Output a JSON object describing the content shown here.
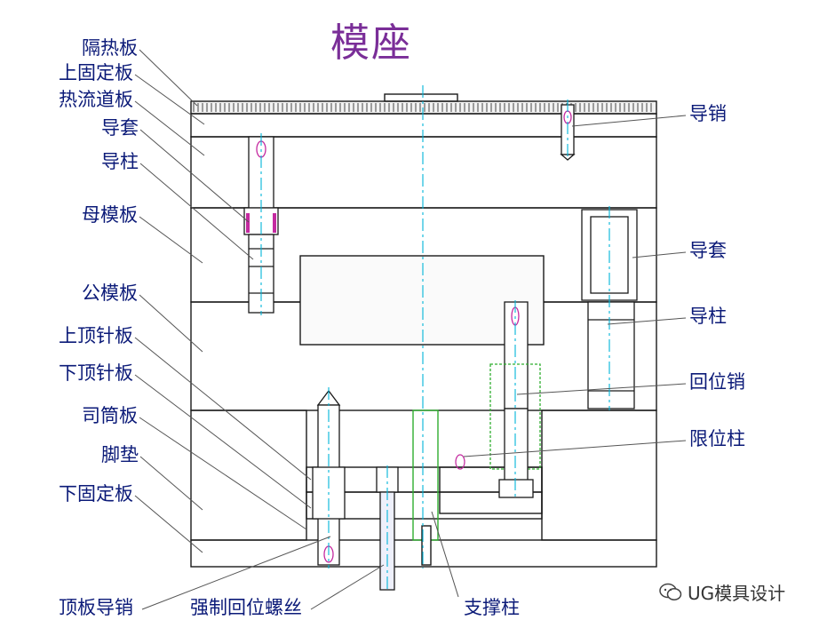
{
  "title": "模座",
  "labels_left": [
    {
      "id": "insulation-plate",
      "text": "隔热板"
    },
    {
      "id": "top-clamp-plate",
      "text": "上固定板"
    },
    {
      "id": "hot-runner-plate",
      "text": "热流道板"
    },
    {
      "id": "guide-bushing-left",
      "text": "导套"
    },
    {
      "id": "guide-pillar-left",
      "text": "导柱"
    },
    {
      "id": "cavity-plate",
      "text": "母模板"
    },
    {
      "id": "core-plate",
      "text": "公模板"
    },
    {
      "id": "upper-ejector-plate",
      "text": "上顶针板"
    },
    {
      "id": "lower-ejector-plate",
      "text": "下顶针板"
    },
    {
      "id": "stripper-plate",
      "text": "司筒板"
    },
    {
      "id": "spacer-block",
      "text": "脚垫"
    },
    {
      "id": "bottom-clamp-plate",
      "text": "下固定板"
    }
  ],
  "labels_right": [
    {
      "id": "guide-pin-right",
      "text": "导销"
    },
    {
      "id": "guide-bushing-right",
      "text": "导套"
    },
    {
      "id": "guide-pillar-right",
      "text": "导柱"
    },
    {
      "id": "return-pin",
      "text": "回位销"
    },
    {
      "id": "stop-pillar",
      "text": "限位柱"
    }
  ],
  "labels_bottom": [
    {
      "id": "ejector-guide-pin",
      "text": "顶板导销"
    },
    {
      "id": "forced-return-screw",
      "text": "强制回位螺丝"
    },
    {
      "id": "support-pillar",
      "text": "支撑柱"
    }
  ],
  "watermark": "UG模具设计",
  "colors": {
    "outline": "#1a1a1a",
    "label": "#0b1a78",
    "centerline": "#00b4d8",
    "title": "#7a2e98",
    "accent": "#c42aa0",
    "green": "#2fae2f"
  }
}
